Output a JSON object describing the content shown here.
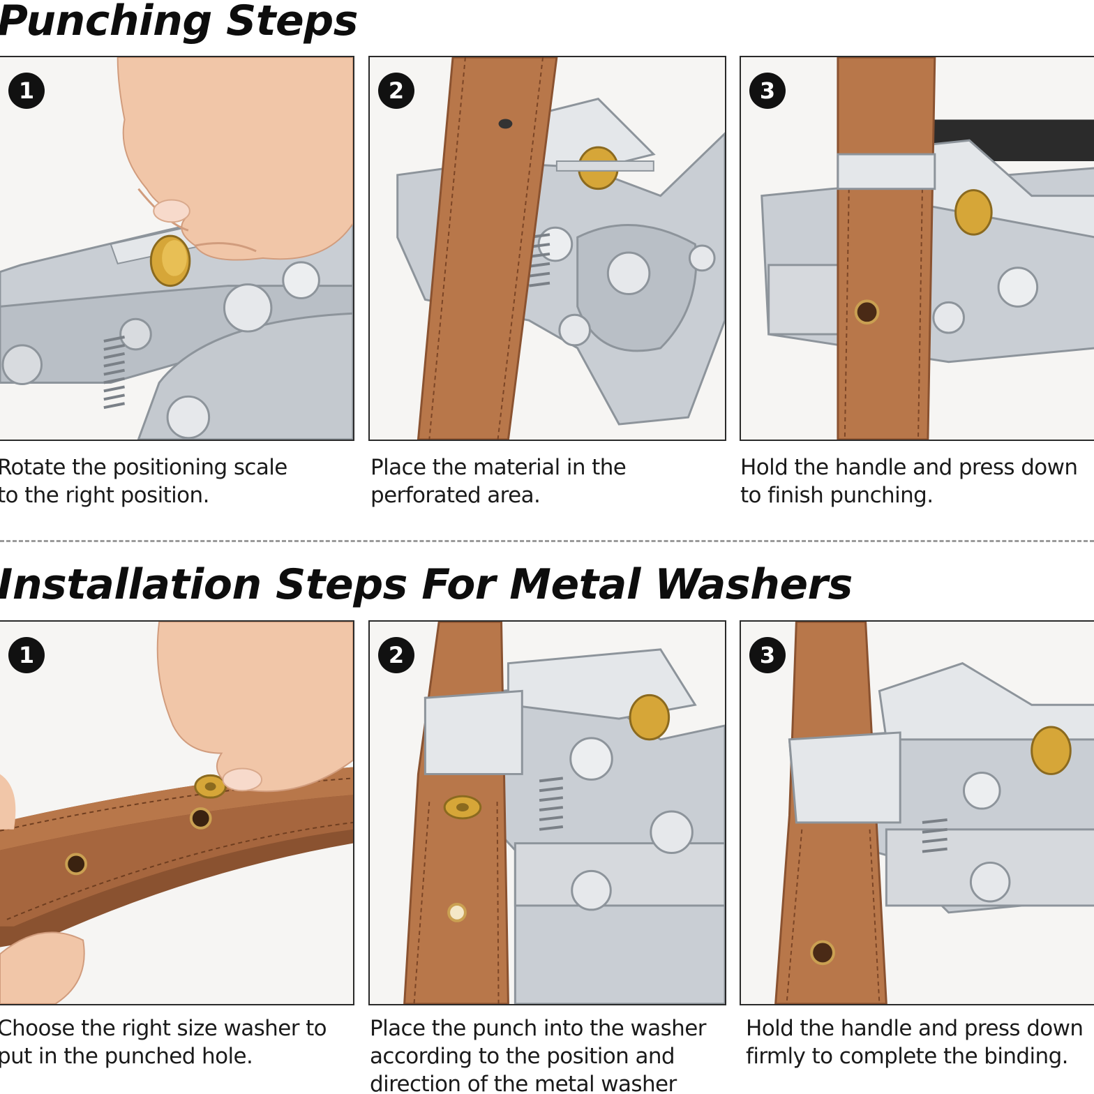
{
  "punching": {
    "title": "Punching  Steps",
    "steps": [
      {
        "number": "1",
        "caption": "Rotate the positioning scale\nto the right position."
      },
      {
        "number": "2",
        "caption": "Place the material in the\nperforated area."
      },
      {
        "number": "3",
        "caption": "Hold the handle and press down\nto finish punching."
      }
    ]
  },
  "installation": {
    "title": "Installation Steps For Metal Washers",
    "steps": [
      {
        "number": "1",
        "caption": "Choose the right size washer to\nput in the punched hole."
      },
      {
        "number": "2",
        "caption": "Place the punch into the washer\naccording to the position and\ndirection of the metal washer"
      },
      {
        "number": "3",
        "caption": "Hold the handle and press down\nfirmly to complete the binding."
      }
    ]
  },
  "colors": {
    "leather": "#b8774a",
    "leather_dark": "#8a5230",
    "metal": "#cfd3d8",
    "brass": "#d6a638",
    "skin": "#f1c6a8",
    "badge": "#111111"
  },
  "icons": [
    "punch-pliers-photo",
    "leather-strap-photo",
    "hand-photo",
    "brass-knob-photo",
    "metal-washer-photo"
  ]
}
